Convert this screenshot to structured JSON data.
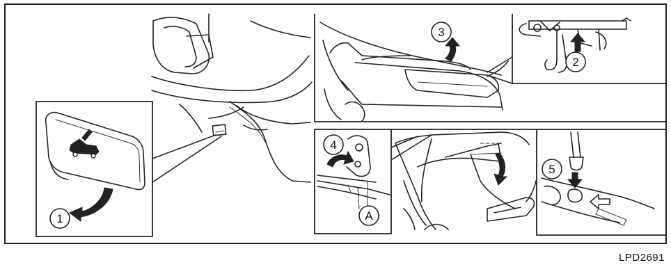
{
  "callouts": {
    "step1": "1",
    "step2": "2",
    "step3": "3",
    "step4": "4",
    "step5": "5",
    "part_a": "A"
  },
  "figure_code": "LPD2691",
  "icons": {
    "hood_release_symbol": "car-hood-open-icon"
  }
}
